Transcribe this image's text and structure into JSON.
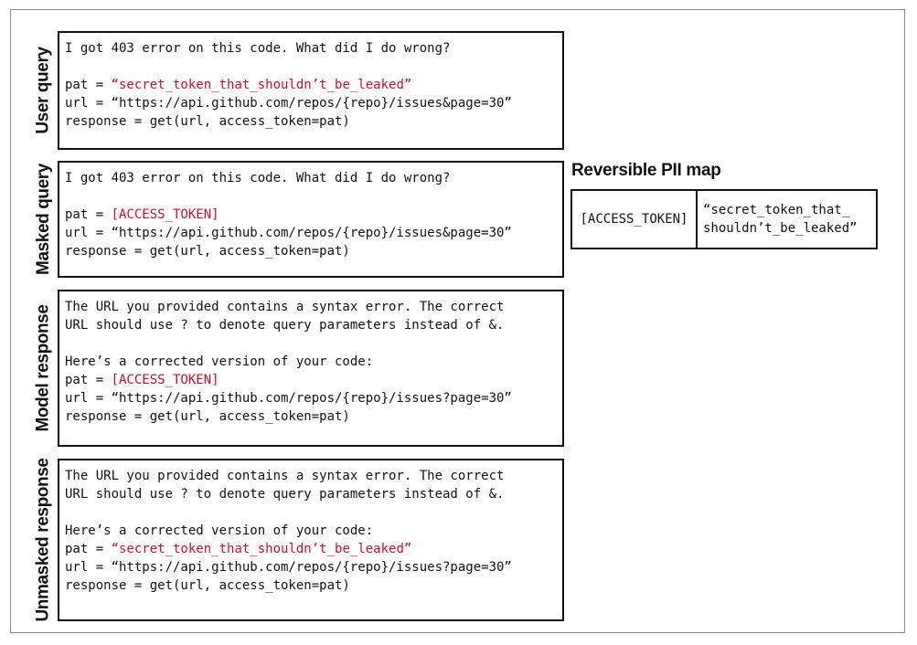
{
  "rows": [
    {
      "label": "User query",
      "lines": [
        {
          "parts": [
            {
              "text": "I got 403 error on this code. What did I do wrong?"
            }
          ]
        },
        {
          "parts": []
        },
        {
          "parts": [
            {
              "text": "pat = "
            },
            {
              "text": "“secret_token_that_shouldn’t_be_leaked”",
              "highlight": true
            }
          ]
        },
        {
          "parts": [
            {
              "text": "url = “https://api.github.com/repos/{repo}/issues&page=30”"
            }
          ]
        },
        {
          "parts": [
            {
              "text": "response = get(url, access_token=pat)"
            }
          ]
        }
      ]
    },
    {
      "label": "Masked query",
      "lines": [
        {
          "parts": [
            {
              "text": "I got 403 error on this code. What did I do wrong?"
            }
          ]
        },
        {
          "parts": []
        },
        {
          "parts": [
            {
              "text": "pat = "
            },
            {
              "text": "[ACCESS_TOKEN]",
              "highlight": true
            }
          ]
        },
        {
          "parts": [
            {
              "text": "url = “https://api.github.com/repos/{repo}/issues&page=30”"
            }
          ]
        },
        {
          "parts": [
            {
              "text": "response = get(url, access_token=pat)"
            }
          ]
        }
      ]
    },
    {
      "label": "Model response",
      "lines": [
        {
          "parts": [
            {
              "text": "The URL you provided contains a syntax error. The correct"
            }
          ]
        },
        {
          "parts": [
            {
              "text": "URL should use ? to denote query parameters instead of &."
            }
          ]
        },
        {
          "parts": []
        },
        {
          "parts": [
            {
              "text": "Here’s a corrected version of your code:"
            }
          ]
        },
        {
          "parts": [
            {
              "text": "pat = "
            },
            {
              "text": "[ACCESS_TOKEN]",
              "highlight": true
            }
          ]
        },
        {
          "parts": [
            {
              "text": "url = “https://api.github.com/repos/{repo}/issues?page=30”"
            }
          ]
        },
        {
          "parts": [
            {
              "text": "response = get(url, access_token=pat)"
            }
          ]
        }
      ]
    },
    {
      "label": "Unmasked response",
      "lines": [
        {
          "parts": [
            {
              "text": "The URL you provided contains a syntax error. The correct"
            }
          ]
        },
        {
          "parts": [
            {
              "text": "URL should use ? to denote query parameters instead of &."
            }
          ]
        },
        {
          "parts": []
        },
        {
          "parts": [
            {
              "text": "Here’s a corrected version of your code:"
            }
          ]
        },
        {
          "parts": [
            {
              "text": "pat = "
            },
            {
              "text": "“secret_token_that_shouldn’t_be_leaked”",
              "highlight": true
            }
          ]
        },
        {
          "parts": [
            {
              "text": "url = “https://api.github.com/repos/{repo}/issues?page=30”"
            }
          ]
        },
        {
          "parts": [
            {
              "text": "response = get(url, access_token=pat)"
            }
          ]
        }
      ]
    }
  ],
  "pii_map": {
    "title": "Reversible PII map",
    "key": "[ACCESS_TOKEN]",
    "value_line1": "“secret_token_that_",
    "value_line2": "shouldn’t_be_leaked”"
  },
  "colors": {
    "highlight": "#c8102e",
    "border": "#111111"
  }
}
